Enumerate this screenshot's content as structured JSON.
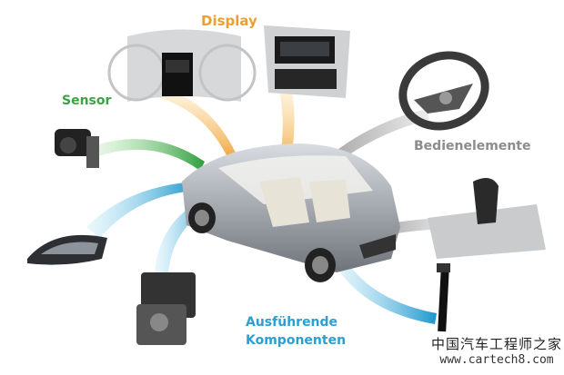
{
  "labels": {
    "display": "Display",
    "sensor": "Sensor",
    "bedienelemente": "Bedienelemente",
    "ausfuehrende_line1": "Ausführende",
    "ausfuehrende_line2": "Komponenten"
  },
  "watermark": {
    "chinese": "中国汽车工程师之家",
    "url": "www.cartech8.com"
  },
  "colors": {
    "display": "#e9a030",
    "sensor": "#3aa346",
    "bedienelemente": "#8c8c8c",
    "ausfuehrende": "#2a9fd2"
  }
}
